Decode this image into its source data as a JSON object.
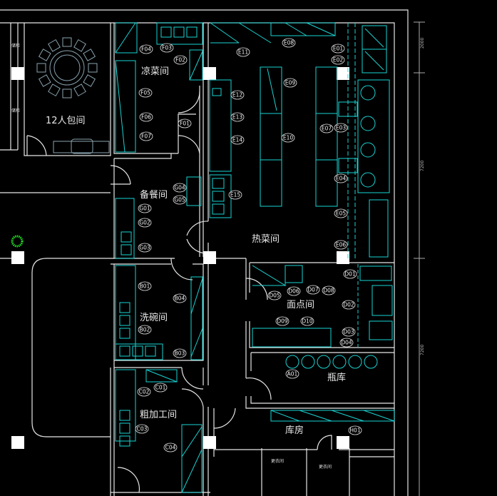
{
  "drawing": {
    "rooms": {
      "private_room": "12人包间",
      "cold_dish": "凉菜间",
      "backup_meal": "备餐间",
      "hot_kitchen": "热菜间",
      "dishwashing": "洗碗间",
      "pastry": "面点间",
      "bottle_store": "瓶库",
      "rough_processing": "粗加工间",
      "storeroom": "库房",
      "changing_room_1": "更衣间",
      "changing_room_2": "更衣间",
      "cabinet_1": "储柜",
      "cabinet_2": "储柜"
    },
    "tags": [
      "F04",
      "F03",
      "F02",
      "F05",
      "F06",
      "F07",
      "F01",
      "G04",
      "G05",
      "G01",
      "G02",
      "G03",
      "E11",
      "E08",
      "E01",
      "E02",
      "E09",
      "E12",
      "E13",
      "E14",
      "E10",
      "E07",
      "E03",
      "E04",
      "E15",
      "E05",
      "E06",
      "B01",
      "B04",
      "B02",
      "B03",
      "D01",
      "D05",
      "D06",
      "D07",
      "D08",
      "D02",
      "D09",
      "D10",
      "D03",
      "D04",
      "A01",
      "C02",
      "C01",
      "C03",
      "C04",
      "H01"
    ],
    "dimensions": [
      "2000",
      "7200",
      "7200"
    ],
    "colors": {
      "background": "#000000",
      "walls": "#e6e6e6",
      "equipment": "#19d3d3",
      "furniture": "#8aa4b0",
      "plant": "#22e022"
    }
  }
}
